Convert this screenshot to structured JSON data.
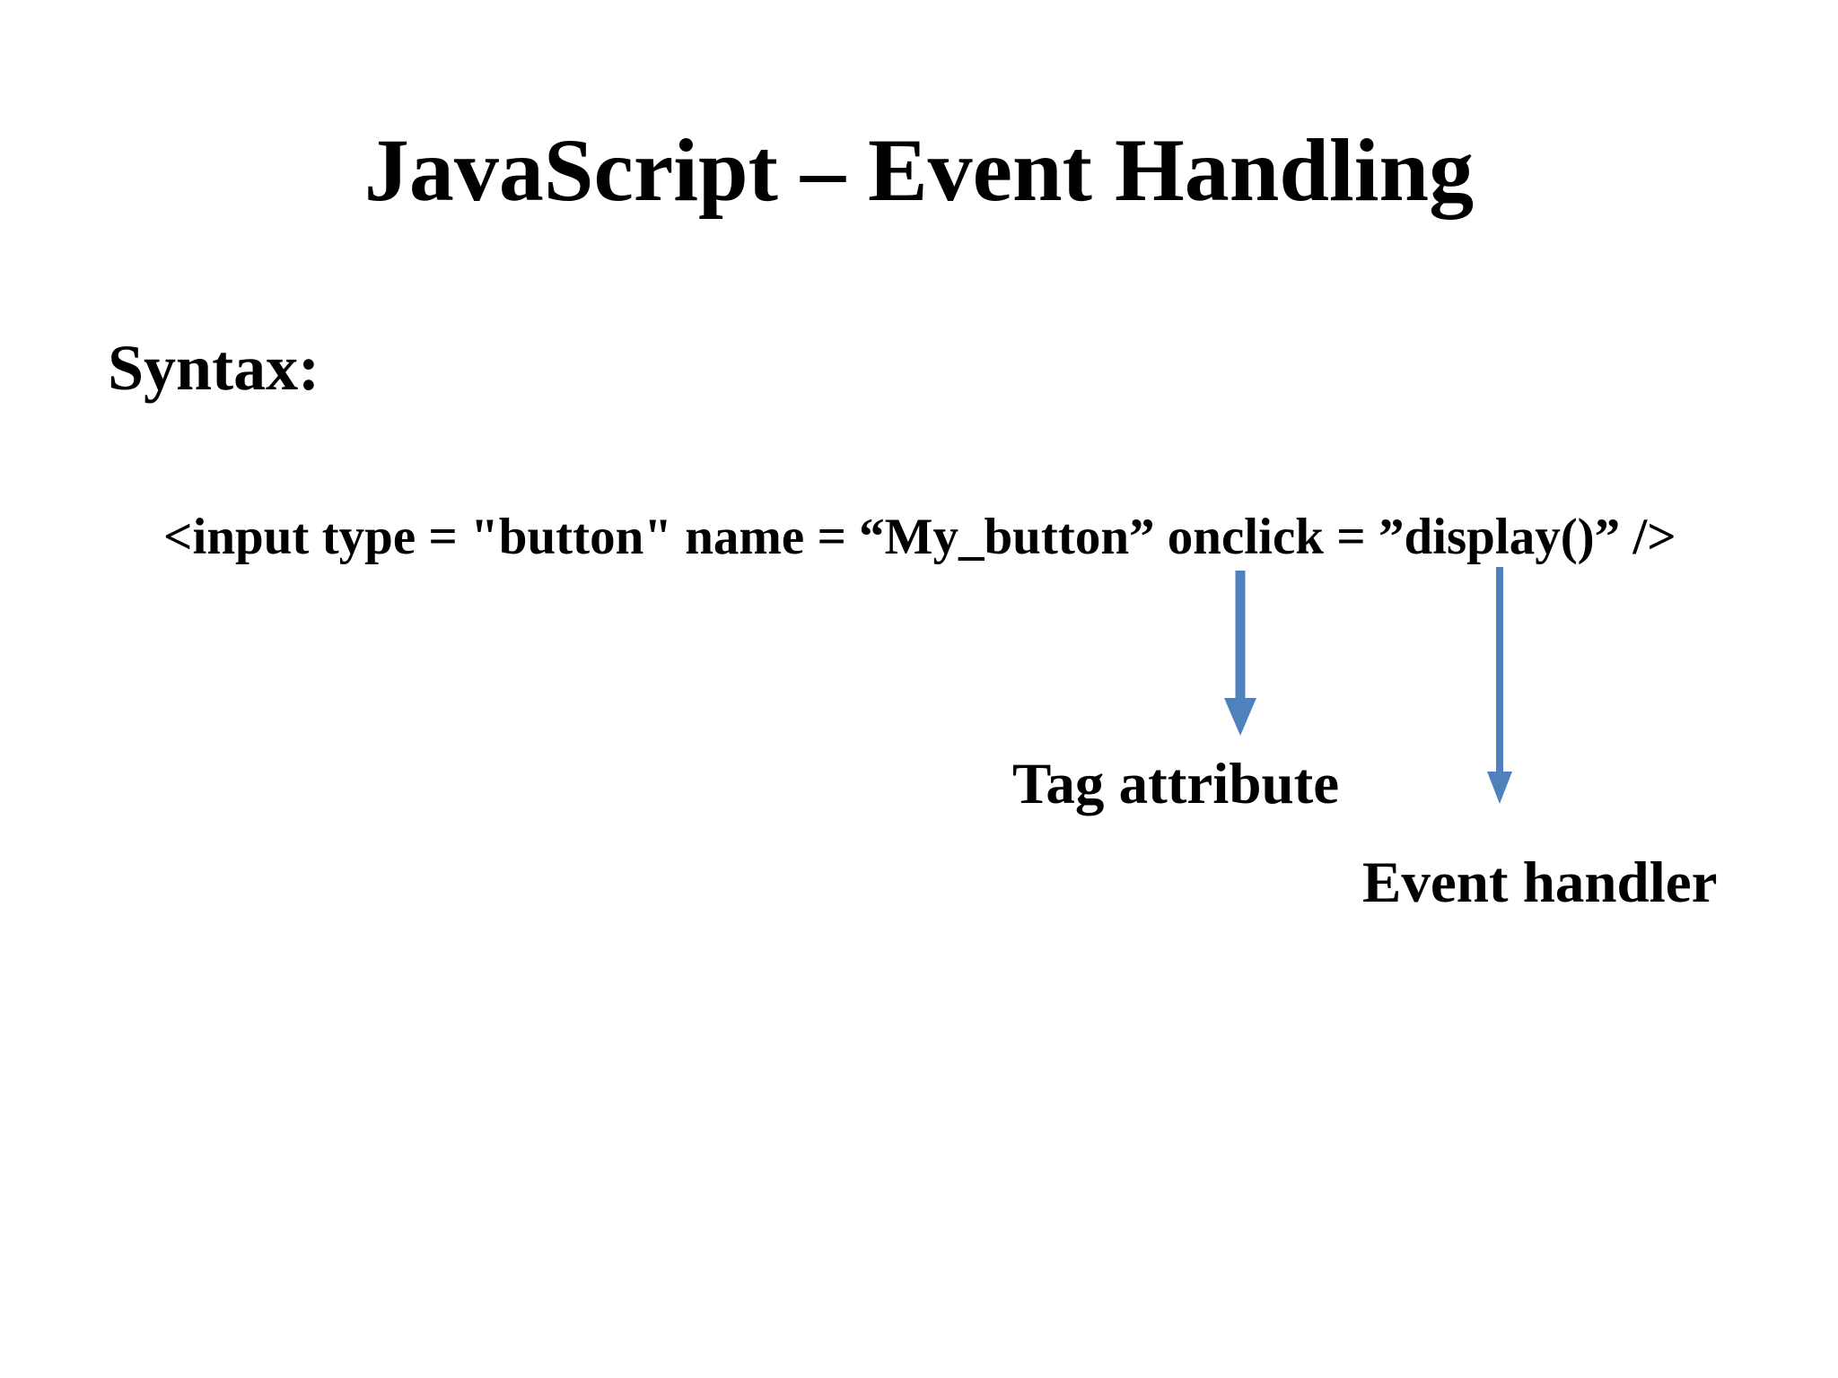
{
  "slide": {
    "title": "JavaScript – Event Handling",
    "syntax_label": "Syntax:",
    "code_line": "<input type = \"button\" name = “My_button” onclick = ”display()” />",
    "annotations": [
      {
        "id": "tag-attribute",
        "label": "Tag attribute"
      },
      {
        "id": "event-handler",
        "label": "Event handler"
      }
    ],
    "icons": [
      {
        "name": "down-arrow-icon",
        "shape": "vertical-line-with-triangle-head",
        "points_to": "Tag attribute"
      },
      {
        "name": "down-arrow-icon",
        "shape": "vertical-line-with-triangle-head",
        "points_to": "Event handler"
      }
    ],
    "colors": {
      "arrow": "#4f81bd",
      "text": "#000000",
      "background": "#ffffff"
    }
  }
}
